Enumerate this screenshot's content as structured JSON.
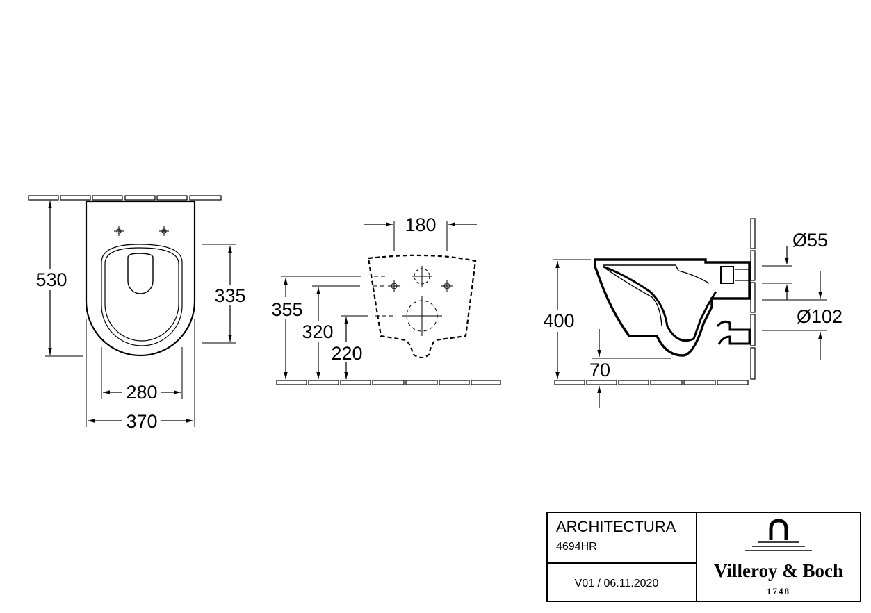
{
  "dimensions": {
    "top_view": {
      "height": "530",
      "bowl_depth": "335",
      "inner_width": "280",
      "outer_width": "370"
    },
    "rear_view": {
      "fixing_spacing": "180",
      "height_355": "355",
      "height_320": "320",
      "height_220": "220"
    },
    "side_view": {
      "height": "400",
      "outlet_height": "70",
      "inlet_diameter": "Ø55",
      "outlet_diameter": "Ø102"
    }
  },
  "title_block": {
    "product_name": "ARCHITECTURA",
    "product_code": "4694HR",
    "version": "V01 / 06.11.2020",
    "brand": "Villeroy & Boch",
    "brand_year": "1748"
  }
}
